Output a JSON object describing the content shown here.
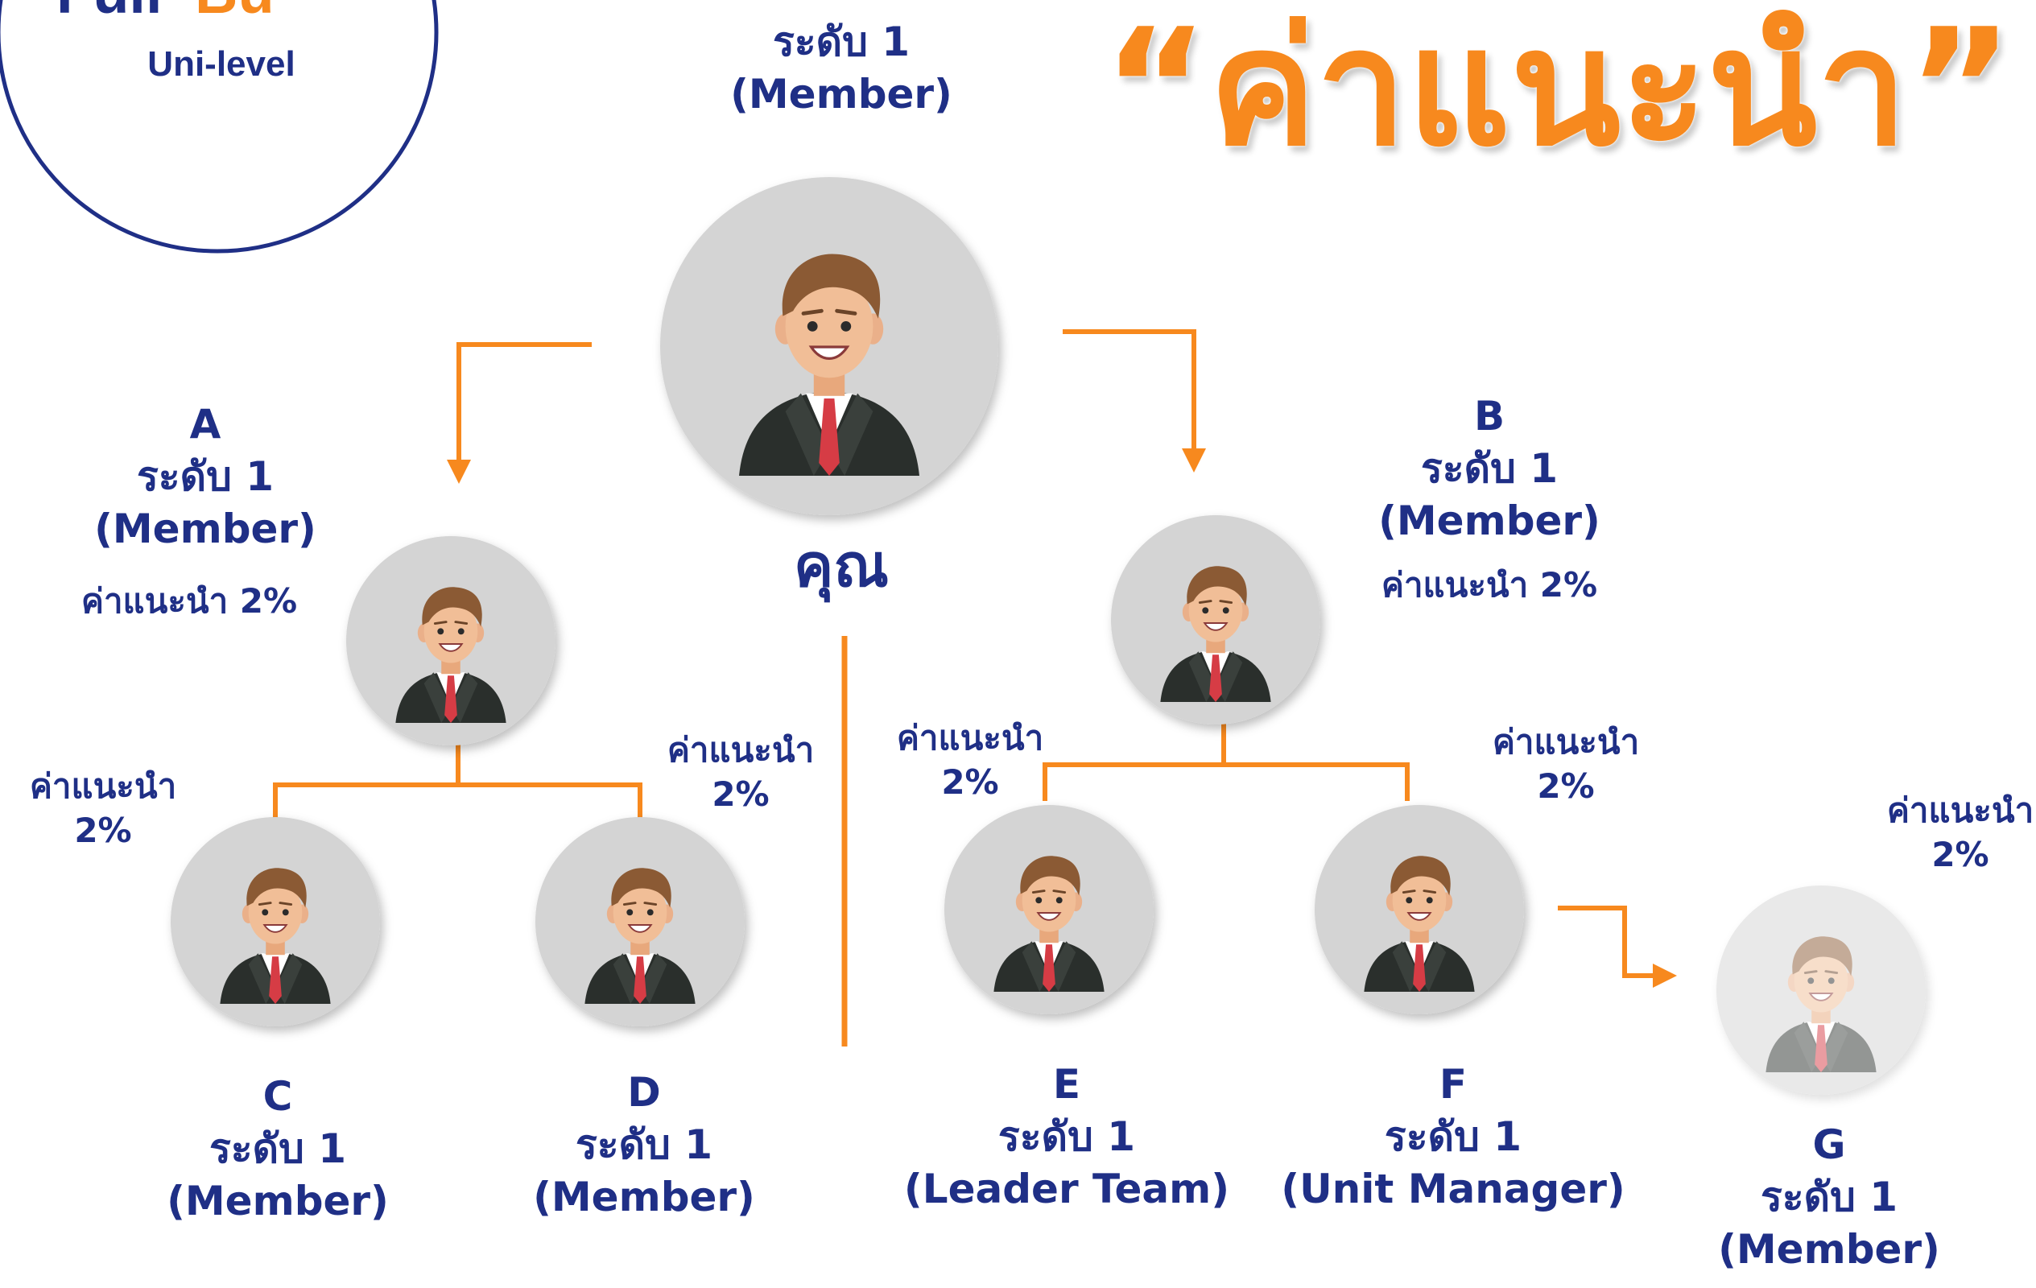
{
  "title": "“ค่าแนะนำ”",
  "logo": {
    "brand_left": "Full",
    "brand_right": "Bu",
    "subtitle": "Uni-level"
  },
  "colors": {
    "orange": "#f7891e",
    "navy": "#1f2f86",
    "avatar_bg": "#d4d4d4",
    "suit": "#2a2f2c",
    "tie": "#d63c45"
  },
  "root": {
    "level": "ระดับ 1",
    "rank": "(Member)",
    "you": "คุณ"
  },
  "nodes": {
    "A": {
      "letter": "A",
      "level": "ระดับ 1",
      "rank": "(Member)",
      "commission": "ค่าแนะนำ 2%"
    },
    "B": {
      "letter": "B",
      "level": "ระดับ 1",
      "rank": "(Member)",
      "commission": "ค่าแนะนำ 2%"
    },
    "C": {
      "letter": "C",
      "level": "ระดับ 1",
      "rank": "(Member)",
      "commission_label": "ค่าแนะนำ",
      "commission_value": "2%"
    },
    "D": {
      "letter": "D",
      "level": "ระดับ 1",
      "rank": "(Member)",
      "commission_label": "ค่าแนะนำ",
      "commission_value": "2%"
    },
    "E": {
      "letter": "E",
      "level": "ระดับ 1",
      "rank": "(Leader Team)",
      "commission_label": "ค่าแนะนำ",
      "commission_value": "2%"
    },
    "F": {
      "letter": "F",
      "level": "ระดับ 1",
      "rank": "(Unit Manager)",
      "commission_label": "ค่าแนะนำ",
      "commission_value": "2%"
    },
    "G": {
      "letter": "G",
      "level": "ระดับ 1",
      "rank": "(Member)",
      "commission_label": "ค่าแนะนำ",
      "commission_value": "2%"
    }
  }
}
